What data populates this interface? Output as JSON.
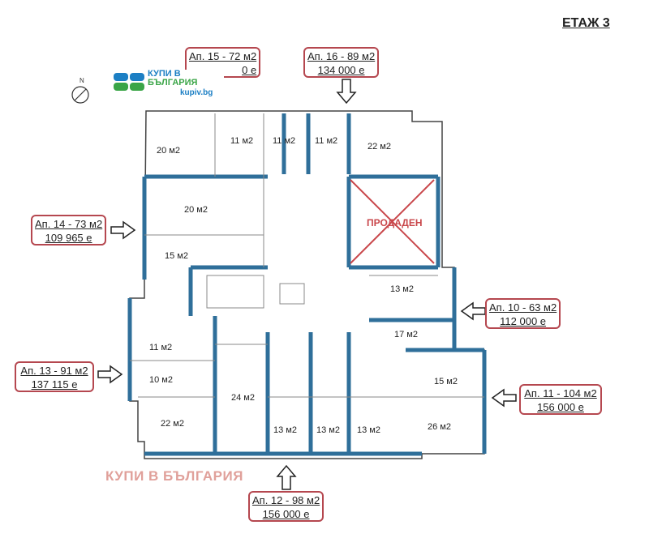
{
  "floor_label": "ЕТАЖ 3",
  "watermark": "КУПИ В БЪЛГАРИЯ",
  "logo": {
    "line1": "КУПИ В",
    "line2": "БЪЛГАРИЯ",
    "site": "kupiv.bg",
    "colors": {
      "blue": "#1c7fc4",
      "green": "#3aa547"
    }
  },
  "sold_label": "ПРОДАДЕН",
  "apartments": [
    {
      "id": "ap15",
      "title": "Ап. 15 - 72 м2",
      "price": "0 е"
    },
    {
      "id": "ap16",
      "title": "Ап. 16 - 89 м2",
      "price": "134 000 е"
    },
    {
      "id": "ap14",
      "title": "Ап. 14 - 73 м2",
      "price": "109 965 е"
    },
    {
      "id": "ap10",
      "title": "Ап. 10 - 63 м2",
      "price": "112 000 е"
    },
    {
      "id": "ap13",
      "title": "Ап. 13 - 91 м2",
      "price": "137 115 е"
    },
    {
      "id": "ap11",
      "title": "Ап. 11 - 104 м2",
      "price": "156 000 е"
    },
    {
      "id": "ap12",
      "title": "Ап. 12 - 98 м2",
      "price": "156 000 е"
    }
  ],
  "rooms": [
    "20 м2",
    "11 м2",
    "11 м2",
    "11 м2",
    "22 м2",
    "20 м2",
    "15 м2",
    "13 м2",
    "17 м2",
    "11 м2",
    "10 м2",
    "15 м2",
    "24 м2",
    "22 м2",
    "13 м2",
    "13 м2",
    "13 м2",
    "26 м2"
  ],
  "colors": {
    "wall": "#2f6f9a",
    "callout_border": "#b5474f",
    "sold": "#c9474b",
    "watermark": "#e0a09a"
  }
}
